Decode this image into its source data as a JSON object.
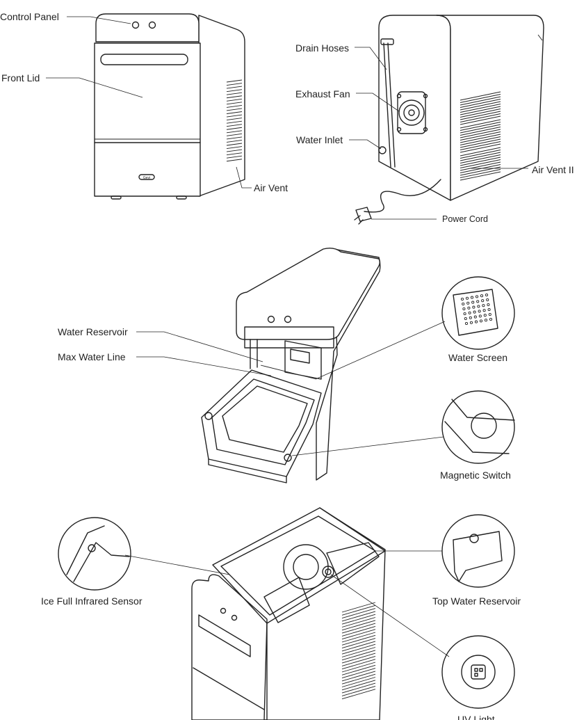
{
  "labels": {
    "control_panel": "Control Panel",
    "front_lid": "Front Lid",
    "air_vent": "Air Vent",
    "drain_hoses": "Drain Hoses",
    "exhaust_fan": "Exhaust Fan",
    "water_inlet": "Water Inlet",
    "air_vent_ii": "Air Vent II",
    "power_cord": "Power Cord",
    "water_reservoir": "Water Reservoir",
    "max_water_line": "Max Water Line",
    "water_screen": "Water Screen",
    "magnetic_switch": "Magnetic Switch",
    "ice_full_sensor": "Ice Full Infrared Sensor",
    "top_water_reservoir": "Top Water Reservoir",
    "uv_light": "UV Light"
  },
  "brand_badge": "Gevi"
}
